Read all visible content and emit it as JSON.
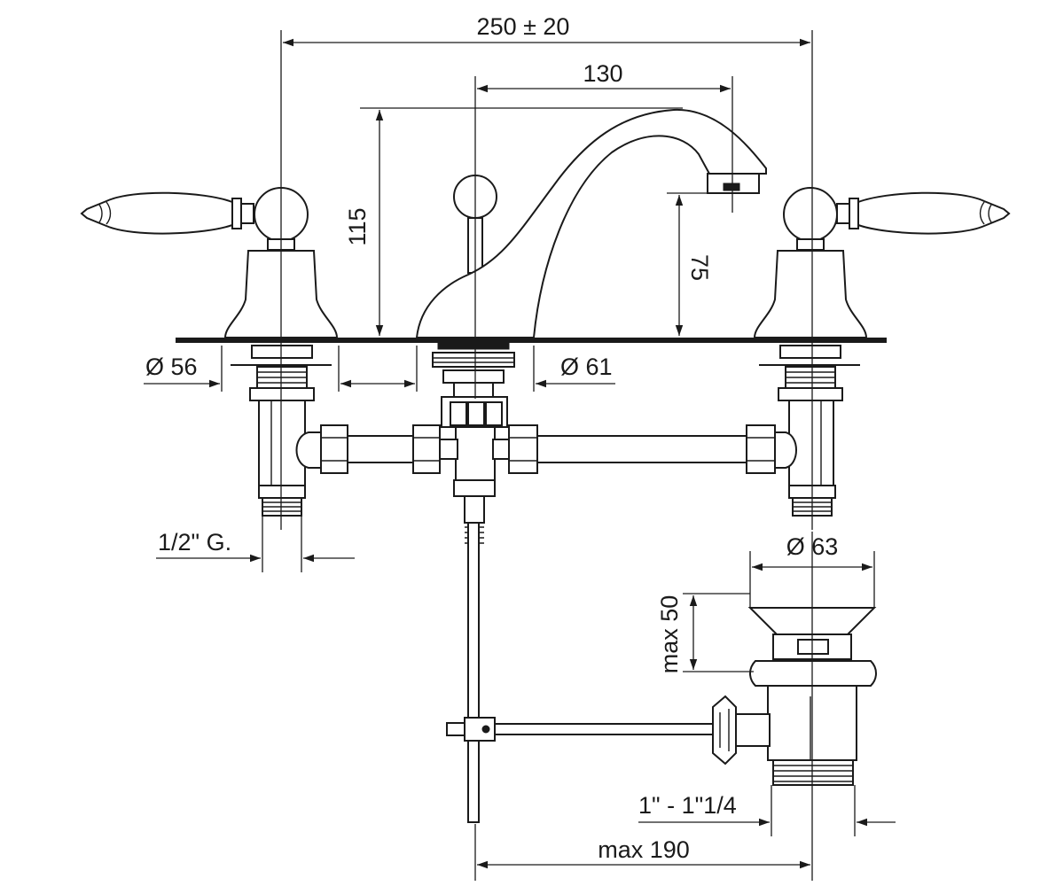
{
  "dimensions": {
    "overall_width": "250 ± 20",
    "spout_reach": "130",
    "spout_height": "115",
    "spout_outlet_height": "75",
    "handle_base_diameter": "Ø 56",
    "spout_base_diameter": "Ø 61",
    "inlet_thread": "1/2\" G.",
    "drain_top_diameter": "Ø 63",
    "drain_flange_height": "max 50",
    "drain_thread": "1\" - 1\"1/4",
    "drain_rod_length": "max 190"
  }
}
